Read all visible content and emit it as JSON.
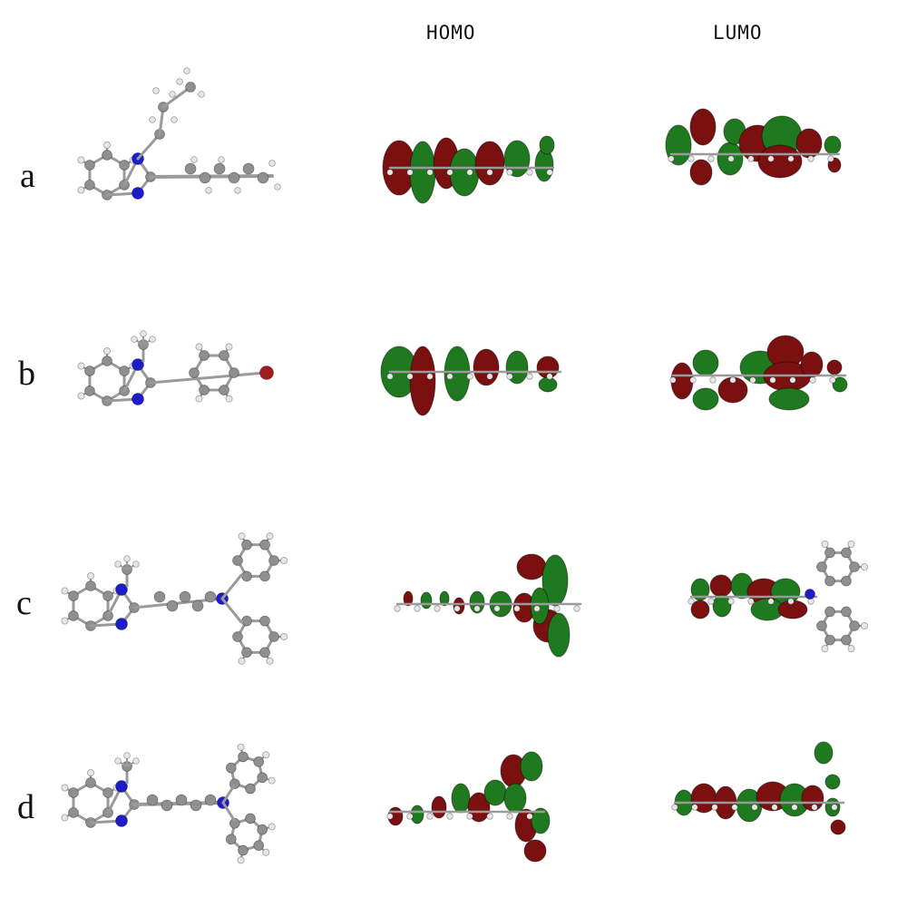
{
  "columns": {
    "homo": "HOMO",
    "lumo": "LUMO"
  },
  "rows": [
    {
      "label": "a"
    },
    {
      "label": "b"
    },
    {
      "label": "c"
    },
    {
      "label": "d"
    }
  ],
  "colors": {
    "carbon": "#8f8f8f",
    "hydrogen": "#e6e6e6",
    "nitrogen": "#1c1cc8",
    "bromine": "#9e1e1e",
    "lobe_positive": "#1f7a1f",
    "lobe_negative": "#7a1010"
  },
  "icons": {
    "molecule": "ball-and-stick-structure-icon",
    "orbital": "orbital-isosurface-icon"
  }
}
